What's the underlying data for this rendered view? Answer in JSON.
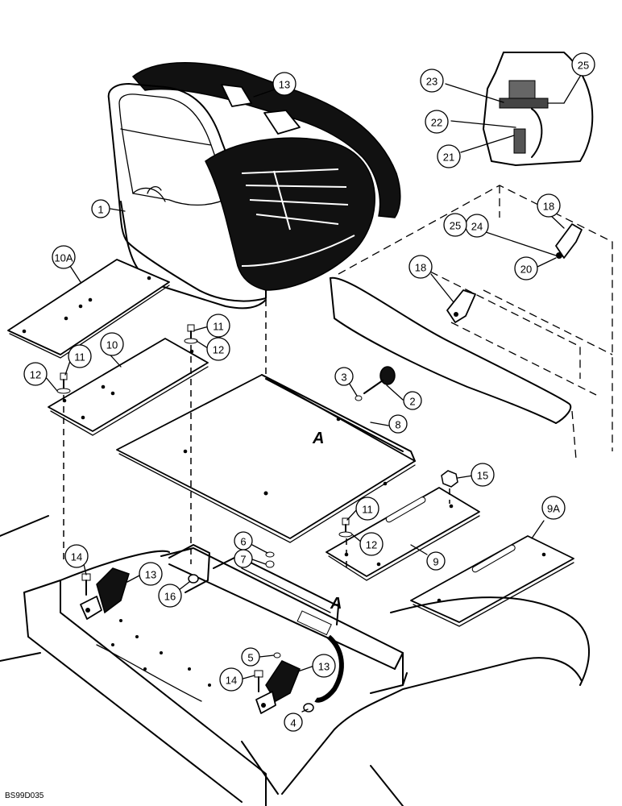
{
  "figure_code": "BS99D035",
  "view_letters": [
    "A",
    "A"
  ],
  "callouts": [
    {
      "id": "1"
    },
    {
      "id": "2"
    },
    {
      "id": "3"
    },
    {
      "id": "4"
    },
    {
      "id": "5"
    },
    {
      "id": "6"
    },
    {
      "id": "7"
    },
    {
      "id": "8"
    },
    {
      "id": "9"
    },
    {
      "id": "9A"
    },
    {
      "id": "10"
    },
    {
      "id": "10A"
    },
    {
      "id": "11"
    },
    {
      "id": "11"
    },
    {
      "id": "11"
    },
    {
      "id": "12"
    },
    {
      "id": "12"
    },
    {
      "id": "12"
    },
    {
      "id": "13"
    },
    {
      "id": "13"
    },
    {
      "id": "13"
    },
    {
      "id": "14"
    },
    {
      "id": "14"
    },
    {
      "id": "15"
    },
    {
      "id": "16"
    },
    {
      "id": "18"
    },
    {
      "id": "18"
    },
    {
      "id": "20"
    },
    {
      "id": "21"
    },
    {
      "id": "22"
    },
    {
      "id": "23"
    },
    {
      "id": "24"
    },
    {
      "id": "25"
    },
    {
      "id": "25"
    }
  ]
}
